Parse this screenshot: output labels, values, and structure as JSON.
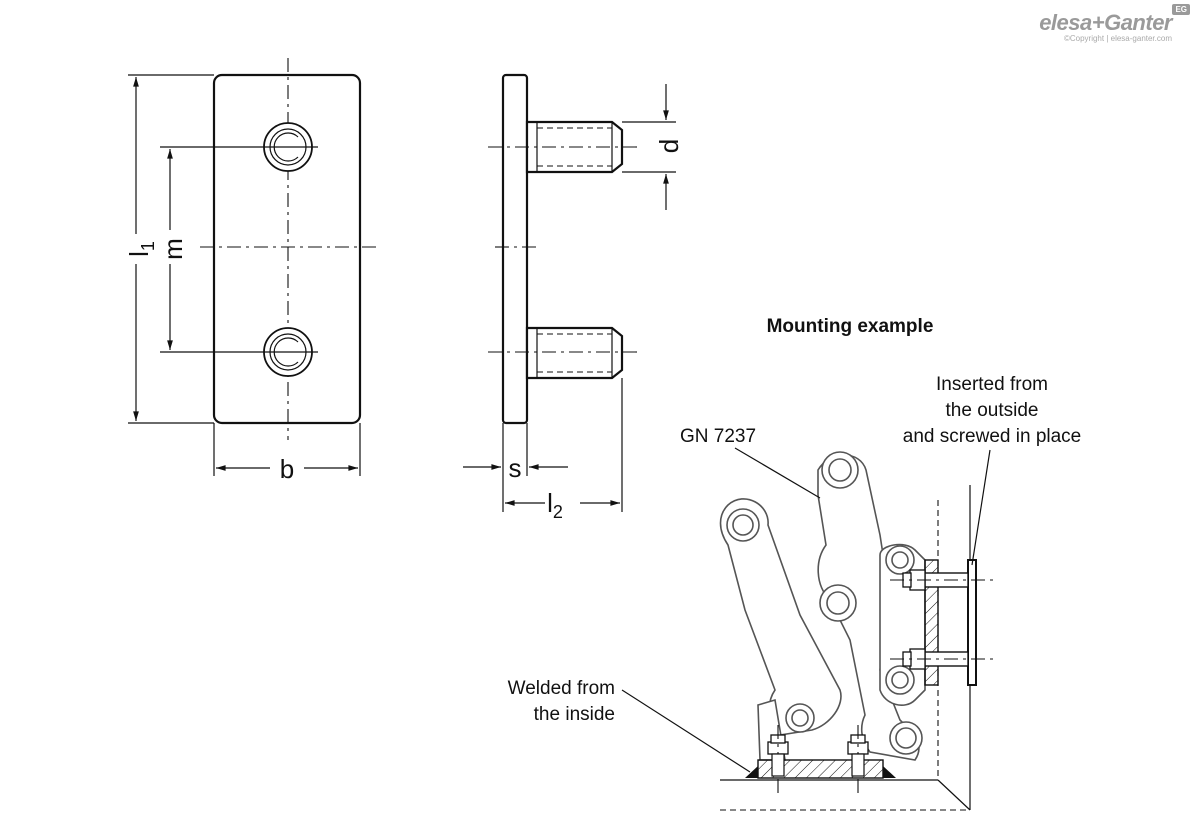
{
  "logo": {
    "brand": "elesa+Ganter",
    "copyright": "©Copyright | elesa-ganter.com",
    "badge": "EG"
  },
  "dimensions": {
    "l1": "l",
    "l1_sub": "1",
    "m": "m",
    "b": "b",
    "s": "s",
    "l2": "l",
    "l2_sub": "2",
    "d": "d"
  },
  "mounting": {
    "title": "Mounting example",
    "part_label": "GN 7237",
    "outside_note": [
      "Inserted from",
      "the outside",
      "and screwed in place"
    ],
    "inside_note": [
      "Welded from",
      "the inside"
    ]
  }
}
